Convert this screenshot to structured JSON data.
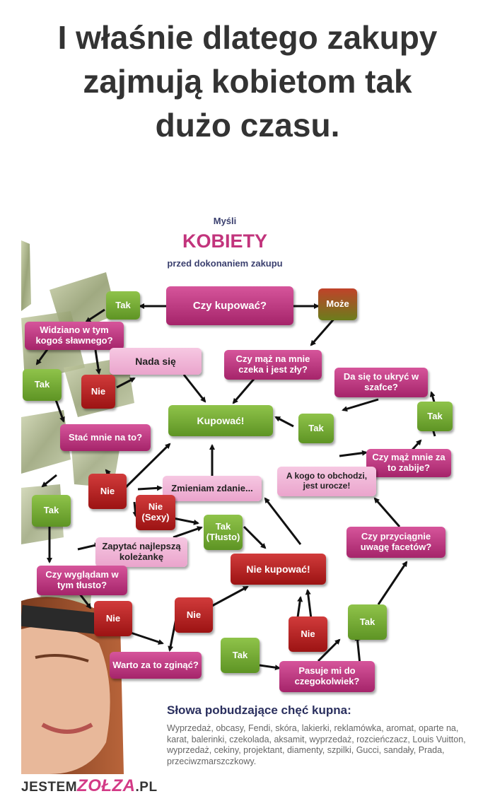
{
  "headline": {
    "line1": "I właśnie dlatego zakupy",
    "line2": "zajmują kobietom tak",
    "line3": "dużo czasu."
  },
  "poster": {
    "header": {
      "small_top": "Myśli",
      "big": "KOBIETY",
      "small_bottom": "przed dokonaniem zakupu"
    },
    "nodes": {
      "czy_kupowac": "Czy kupować?",
      "tak_top": "Tak",
      "moze": "Może",
      "widziano": "Widziano w tym kogoś sławnego?",
      "nada_sie": "Nada się",
      "czy_maz_czeka": "Czy mąż na mnie czeka i jest zły?",
      "da_sie_ukryc": "Da się to ukryć w szafce?",
      "tak_left1": "Tak",
      "nie_1": "Nie",
      "kupowac": "Kupować!",
      "tak_mid_right": "Tak",
      "tak_right": "Tak",
      "stac_mnie": "Stać mnie na to?",
      "czy_maz_zabije": "Czy mąż mnie za to zabije?",
      "a_kogo": "A kogo to obchodzi, jest urocze!",
      "nie_2": "Nie",
      "zmieniam": "Zmieniam zdanie...",
      "tak_left2": "Tak",
      "nie_sexy": "Nie (Sexy)",
      "tak_tlusto": "Tak (Tłusto)",
      "czy_przyciagnie": "Czy przyciągnie uwagę facetów?",
      "zapytac": "Zapytać najlepszą koleżankę",
      "nie_kupowac": "Nie kupować!",
      "czy_wygladam": "Czy wyglądam w tym tłusto?",
      "nie_3": "Nie",
      "nie_4": "Nie",
      "tak_right2": "Tak",
      "nie_5": "Nie",
      "warto": "Warto za to zginąć?",
      "tak_bottom": "Tak",
      "pasuje": "Pasuje mi do czegokolwiek?"
    },
    "words_title": "Słowa pobudzające chęć kupna:",
    "words_list": "Wyprzedaż, obcasy, Fendi, skóra, lakierki, reklamówka, aromat, oparte na, karat, balerinki, czekolada, aksamit, wyprzedaż, rozcieńczacz, Louis Vuitton, wyprzedaż, cekiny, projektant, diamenty, szpilki, Gucci, sandały, Prada, przeciwzmarszczkowy."
  },
  "footer": {
    "brand_left": "JESTEM",
    "brand_mid": "ZOŁZA",
    "brand_right": ".PL"
  },
  "colors": {
    "pink": "#b8327c",
    "light_pink": "#f0b6d8",
    "green": "#6fa82f",
    "red": "#b11f1f",
    "header_pink": "#c2347c",
    "header_dark": "#3a3f6e"
  }
}
